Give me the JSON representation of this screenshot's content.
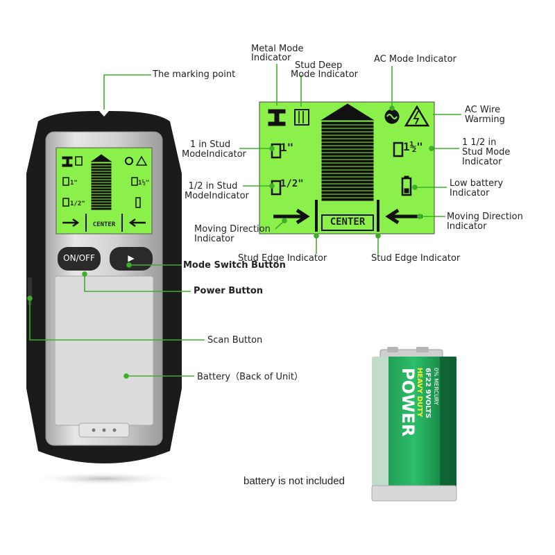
{
  "labels": {
    "marking_point": "The marking point",
    "mode_switch": "Mode Switch Button",
    "power_button": "Power Button",
    "scan_button": "Scan Button",
    "battery_back": "Battery（Back of Unit）",
    "metal_mode": [
      "Metal Mode",
      "Indicator"
    ],
    "stud_deep": [
      "Stud Deep",
      "Mode Indicator"
    ],
    "ac_mode": "AC Mode Indicator",
    "ac_wire": [
      "AC Wire",
      "Warming"
    ],
    "one_in_stud": [
      "1 in Stud",
      "ModeIndicator"
    ],
    "half_in_stud": [
      "1/2 in Stud",
      "ModeIndicator"
    ],
    "one_half_in_stud": [
      "1 1/2 in",
      "Stud Mode",
      "Indicator"
    ],
    "low_battery": [
      "Low battery",
      "Indicator"
    ],
    "moving_dir_left": [
      "Moving Direction",
      "Indicator"
    ],
    "moving_dir_right": [
      "Moving Direction",
      "Indicator"
    ],
    "stud_edge_left": "Stud Edge Indicator",
    "stud_edge_right": "Stud Edge Indicator",
    "battery_not_included": "battery is not included"
  },
  "device": {
    "on_off_label": "ON/OFF",
    "play_glyph": "▶",
    "lcd_center": "CENTER",
    "lcd_1in": "1\"",
    "lcd_half": "1/2\"",
    "lcd_1half": "1½\""
  },
  "battery": {
    "brand": "POWER",
    "line1": "HEAVY DUTY",
    "line2": "6F22 9VOLTS",
    "line3": "0% MERCURY"
  },
  "colors": {
    "lcd_green": "#8cf04a",
    "leader_green": "#3fae2a",
    "shell": "#1b1b1b",
    "faceplate": "#cfcfcf"
  }
}
